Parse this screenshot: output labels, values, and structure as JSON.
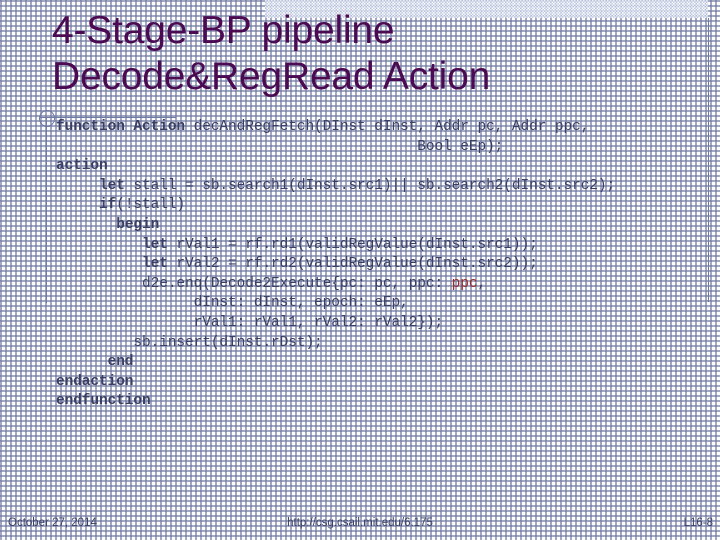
{
  "slide": {
    "title": "4-Stage-BP pipeline\nDecode&RegRead Action",
    "title_color": "#4b0a52",
    "code_color": "#3a3f63",
    "accent_color": "#6d7ba5",
    "highlight_color": "#9a2b2b"
  },
  "code": {
    "language": "bluespec",
    "lines": [
      {
        "indent": 0,
        "segments": [
          {
            "text": "function Action ",
            "bold": true
          },
          {
            "text": "decAndRegFetch(DInst dInst, Addr pc, Addr ppc,"
          }
        ]
      },
      {
        "indent": 42,
        "segments": [
          {
            "text": "Bool eEp);"
          }
        ]
      },
      {
        "indent": 0,
        "segments": [
          {
            "text": "action",
            "bold": true
          }
        ]
      },
      {
        "indent": 5,
        "segments": [
          {
            "text": "let ",
            "bold": true
          },
          {
            "text": "stall = sb.search1(dInst.src1)|| sb.search2(dInst.src2);"
          }
        ]
      },
      {
        "indent": 5,
        "segments": [
          {
            "text": "if",
            "bold": true
          },
          {
            "text": "(!stall)"
          }
        ]
      },
      {
        "indent": 7,
        "segments": [
          {
            "text": "begin",
            "bold": true
          }
        ]
      },
      {
        "indent": 10,
        "segments": [
          {
            "text": "let ",
            "bold": true
          },
          {
            "text": "rVal1 = rf.rd1(validRegValue(dInst.src1));"
          }
        ]
      },
      {
        "indent": 10,
        "segments": [
          {
            "text": "let ",
            "bold": true
          },
          {
            "text": "rVal2 = rf.rd2(validRegValue(dInst.src2));"
          }
        ]
      },
      {
        "indent": 10,
        "segments": [
          {
            "text": "d2e.enq(Decode2Execute{pc: pc, ppc: "
          },
          {
            "text": "ppc",
            "red": true
          },
          {
            "text": ","
          }
        ]
      },
      {
        "indent": 16,
        "segments": [
          {
            "text": "dInst: dInst, epoch: eEp,"
          }
        ]
      },
      {
        "indent": 16,
        "segments": [
          {
            "text": "rVal1: rVal1, rVal2: rVal2});"
          }
        ]
      },
      {
        "indent": 9,
        "segments": [
          {
            "text": "sb.insert(dInst.rDst);"
          }
        ]
      },
      {
        "indent": 6,
        "segments": [
          {
            "text": "end",
            "bold": true
          }
        ]
      },
      {
        "indent": 0,
        "segments": [
          {
            "text": "endaction",
            "bold": true
          }
        ]
      },
      {
        "indent": 0,
        "segments": [
          {
            "text": "endfunction",
            "bold": true
          }
        ]
      }
    ]
  },
  "footer": {
    "date": "October 27, 2014",
    "url": "http://csg.csail.mit.edu/6.175",
    "page": "L16-8"
  }
}
